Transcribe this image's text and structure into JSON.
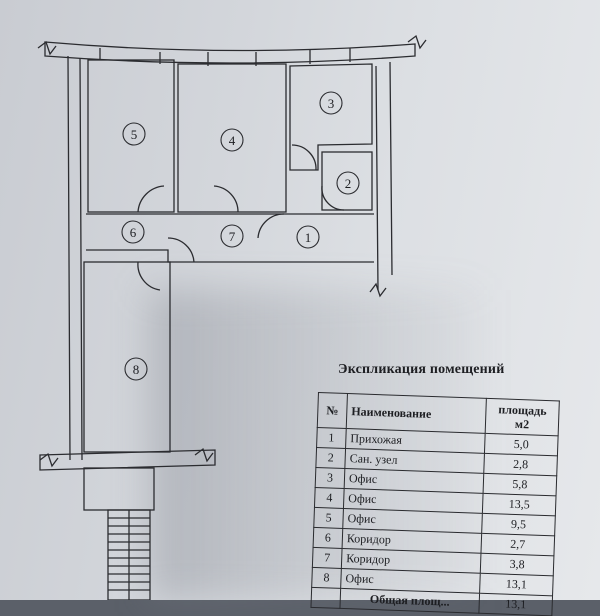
{
  "rooms": [
    {
      "label": "1"
    },
    {
      "label": "2"
    },
    {
      "label": "3"
    },
    {
      "label": "4"
    },
    {
      "label": "5"
    },
    {
      "label": "6"
    },
    {
      "label": "7"
    },
    {
      "label": "8"
    }
  ],
  "explication": {
    "title": "Экспликация помещений",
    "headers": {
      "num": "№",
      "name": "Наименование",
      "area": "площадь м2"
    },
    "rows": [
      {
        "num": "1",
        "name": "Прихожая",
        "area": "5,0"
      },
      {
        "num": "2",
        "name": "Сан. узел",
        "area": "2,8"
      },
      {
        "num": "3",
        "name": "Офис",
        "area": "5,8"
      },
      {
        "num": "4",
        "name": "Офис",
        "area": "13,5"
      },
      {
        "num": "5",
        "name": "Офис",
        "area": "9,5"
      },
      {
        "num": "6",
        "name": "Коридор",
        "area": "2,7"
      },
      {
        "num": "7",
        "name": "Коридор",
        "area": "3,8"
      },
      {
        "num": "8",
        "name": "Офис",
        "area": "13,1"
      }
    ],
    "total": {
      "label": "Общая площ...",
      "area": "13,1"
    }
  }
}
